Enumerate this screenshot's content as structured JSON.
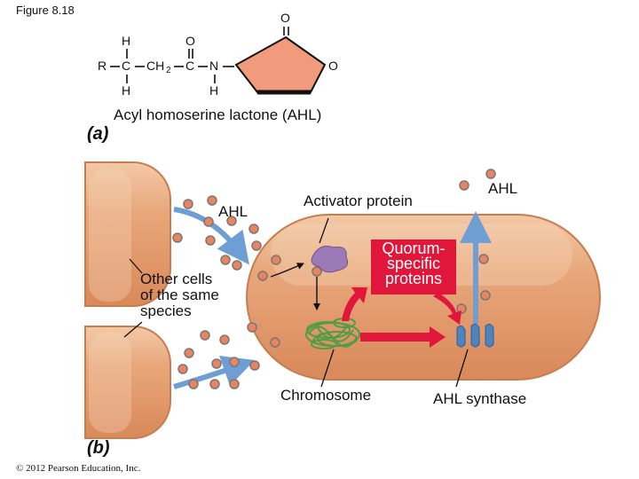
{
  "figure_title": "Figure 8.18",
  "structure": {
    "atoms": {
      "R": "R",
      "C": "C",
      "CH": "CH",
      "sub2": "2",
      "C2": "C",
      "N": "N",
      "H": "H",
      "O": "O",
      "ringO": "O",
      "topO": "O"
    },
    "name": "Acyl homoserine lactone (AHL)"
  },
  "panel_a": "(a)",
  "panel_b": "(b)",
  "labels": {
    "ahl_left": "AHL",
    "ahl_right": "AHL",
    "activator": "Activator protein",
    "other_cells": [
      "Other cells",
      "of the same",
      "species"
    ],
    "quorum": [
      "Quorum-",
      "specific",
      "proteins"
    ],
    "chromosome": "Chromosome",
    "synthase": "AHL synthase"
  },
  "copyright": "© 2012 Pearson Education, Inc.",
  "colors": {
    "cell": "#e7a476",
    "cell_edge": "#c77d4e",
    "lactone": "#f29a7c",
    "ahl_dot": "#e9845f",
    "arrow_blue": "#6e9ed3",
    "arrow_red": "#e0163a",
    "activator": "#9c7ab7",
    "chromosome": "#4f9d45",
    "synthase": "#4f83c0"
  }
}
